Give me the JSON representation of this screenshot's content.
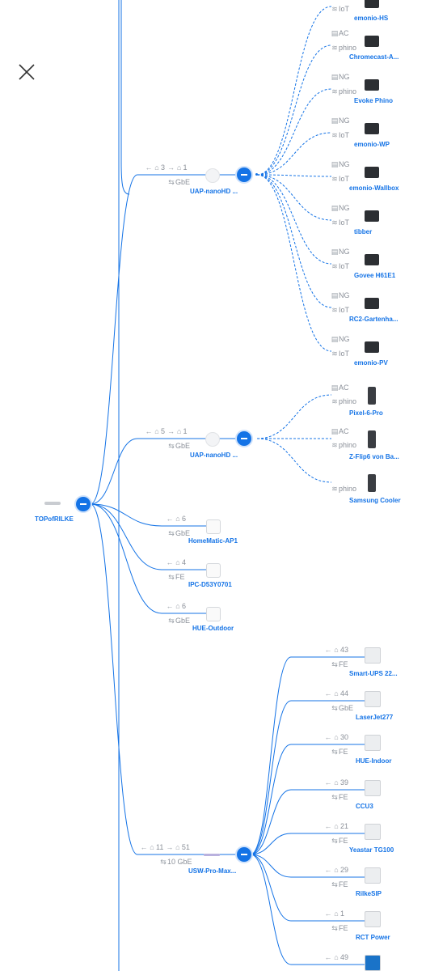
{
  "close_label": "×",
  "root": {
    "label": "TOPofRILKE"
  },
  "uplinks": [
    {
      "label": "UAP-nanoHD ...",
      "down": "3",
      "up": "1",
      "speed": "GbE"
    },
    {
      "label": "UAP-nanoHD ...",
      "down": "5",
      "up": "1",
      "speed": "GbE"
    },
    {
      "label": "USW-Pro-Max...",
      "down": "11",
      "up": "51",
      "speed": "10 GbE"
    }
  ],
  "ap1_clients": [
    {
      "label": "emonio-HS",
      "band": "",
      "ssid": "IoT"
    },
    {
      "label": "Chromecast-A...",
      "band": "AC",
      "ssid": "phino"
    },
    {
      "label": "Evoke Phino",
      "band": "NG",
      "ssid": "phino"
    },
    {
      "label": "emonio-WP",
      "band": "NG",
      "ssid": "IoT"
    },
    {
      "label": "emonio-Wallbox",
      "band": "NG",
      "ssid": "IoT"
    },
    {
      "label": "tibber",
      "band": "NG",
      "ssid": "IoT"
    },
    {
      "label": "Govee H61E1",
      "band": "NG",
      "ssid": "IoT"
    },
    {
      "label": "RC2-Gartenha...",
      "band": "NG",
      "ssid": "IoT"
    },
    {
      "label": "emonio-PV",
      "band": "NG",
      "ssid": "IoT"
    }
  ],
  "ap2_clients": [
    {
      "label": "Pixel-6-Pro",
      "band": "AC",
      "ssid": "phino"
    },
    {
      "label": "Z-Flip6 von Ba...",
      "band": "AC",
      "ssid": "phino"
    },
    {
      "label": "Samsung Cooler",
      "band": "",
      "ssid": "phino"
    }
  ],
  "root_devices": [
    {
      "label": "HomeMatic-AP1",
      "port": "6",
      "speed": "GbE"
    },
    {
      "label": "IPC-D53Y0701",
      "port": "4",
      "speed": "FE"
    },
    {
      "label": "HUE-Outdoor",
      "port": "6",
      "speed": "GbE"
    }
  ],
  "switch_devices": [
    {
      "label": "Smart-UPS 22...",
      "port": "43",
      "speed": "FE"
    },
    {
      "label": "LaserJet277",
      "port": "44",
      "speed": "GbE"
    },
    {
      "label": "HUE-Indoor",
      "port": "30",
      "speed": "FE"
    },
    {
      "label": "CCU3",
      "port": "39",
      "speed": "FE"
    },
    {
      "label": "Yeastar TG100",
      "port": "21",
      "speed": "FE"
    },
    {
      "label": "RilkeSIP",
      "port": "29",
      "speed": "FE"
    },
    {
      "label": "RCT Power",
      "port": "1",
      "speed": "FE"
    },
    {
      "label": "",
      "port": "49",
      "speed": ""
    }
  ],
  "colors": {
    "accent": "#1473e6",
    "muted": "#8a8f98"
  }
}
